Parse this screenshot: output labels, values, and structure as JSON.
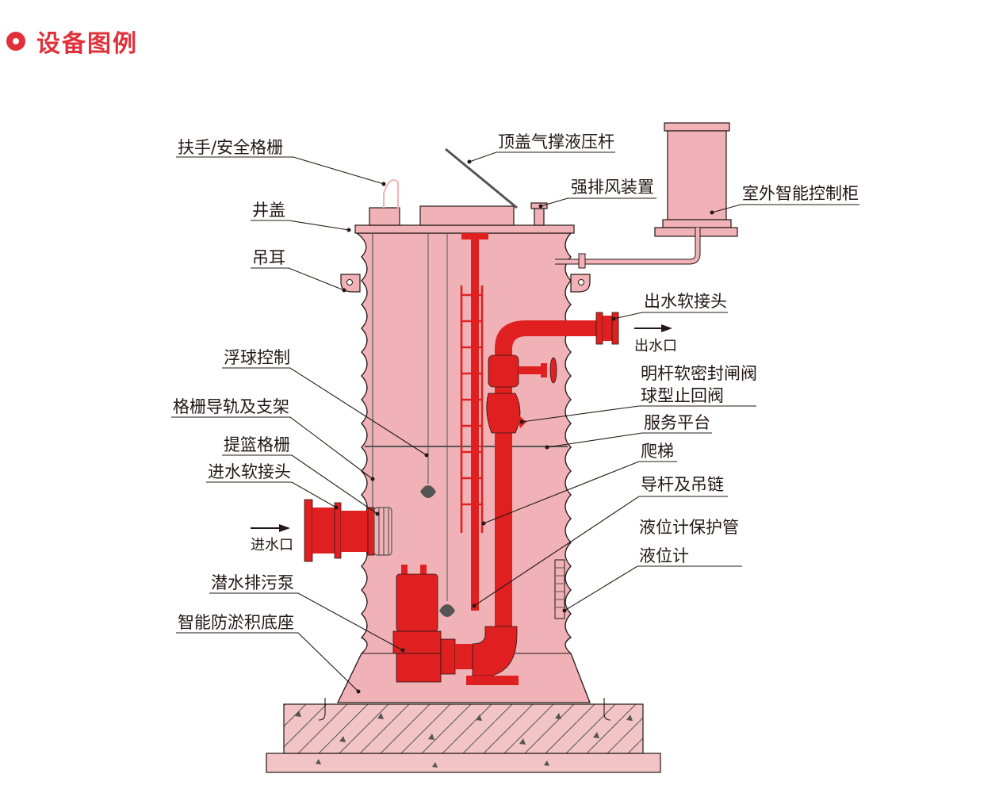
{
  "title": "设备图例",
  "labels": {
    "handrail": "扶手/安全格栅",
    "cover": "井盖",
    "lifting_lug": "吊耳",
    "float_control": "浮球控制",
    "grille_rail": "格栅导轨及支架",
    "basket_grille": "提篮格栅",
    "inlet_joint": "进水软接头",
    "inlet": "进水口",
    "pump": "潜水排污泵",
    "base": "智能防淤积底座",
    "gas_strut": "顶盖气撑液压杆",
    "ventilation": "强排风装置",
    "control_cabinet": "室外智能控制柜",
    "outlet_joint": "出水软接头",
    "outlet": "出水口",
    "gate_valve": "明杆软密封闸阀",
    "check_valve": "球型止回阀",
    "platform": "服务平台",
    "ladder": "爬梯",
    "guide_chain": "导杆及吊链",
    "level_tube": "液位计保护管",
    "level_meter": "液位计"
  },
  "colors": {
    "accent": "#e0313b",
    "tank_fill": "#f0b2b6",
    "equipment_red": "#e02020",
    "outline": "#231815"
  }
}
